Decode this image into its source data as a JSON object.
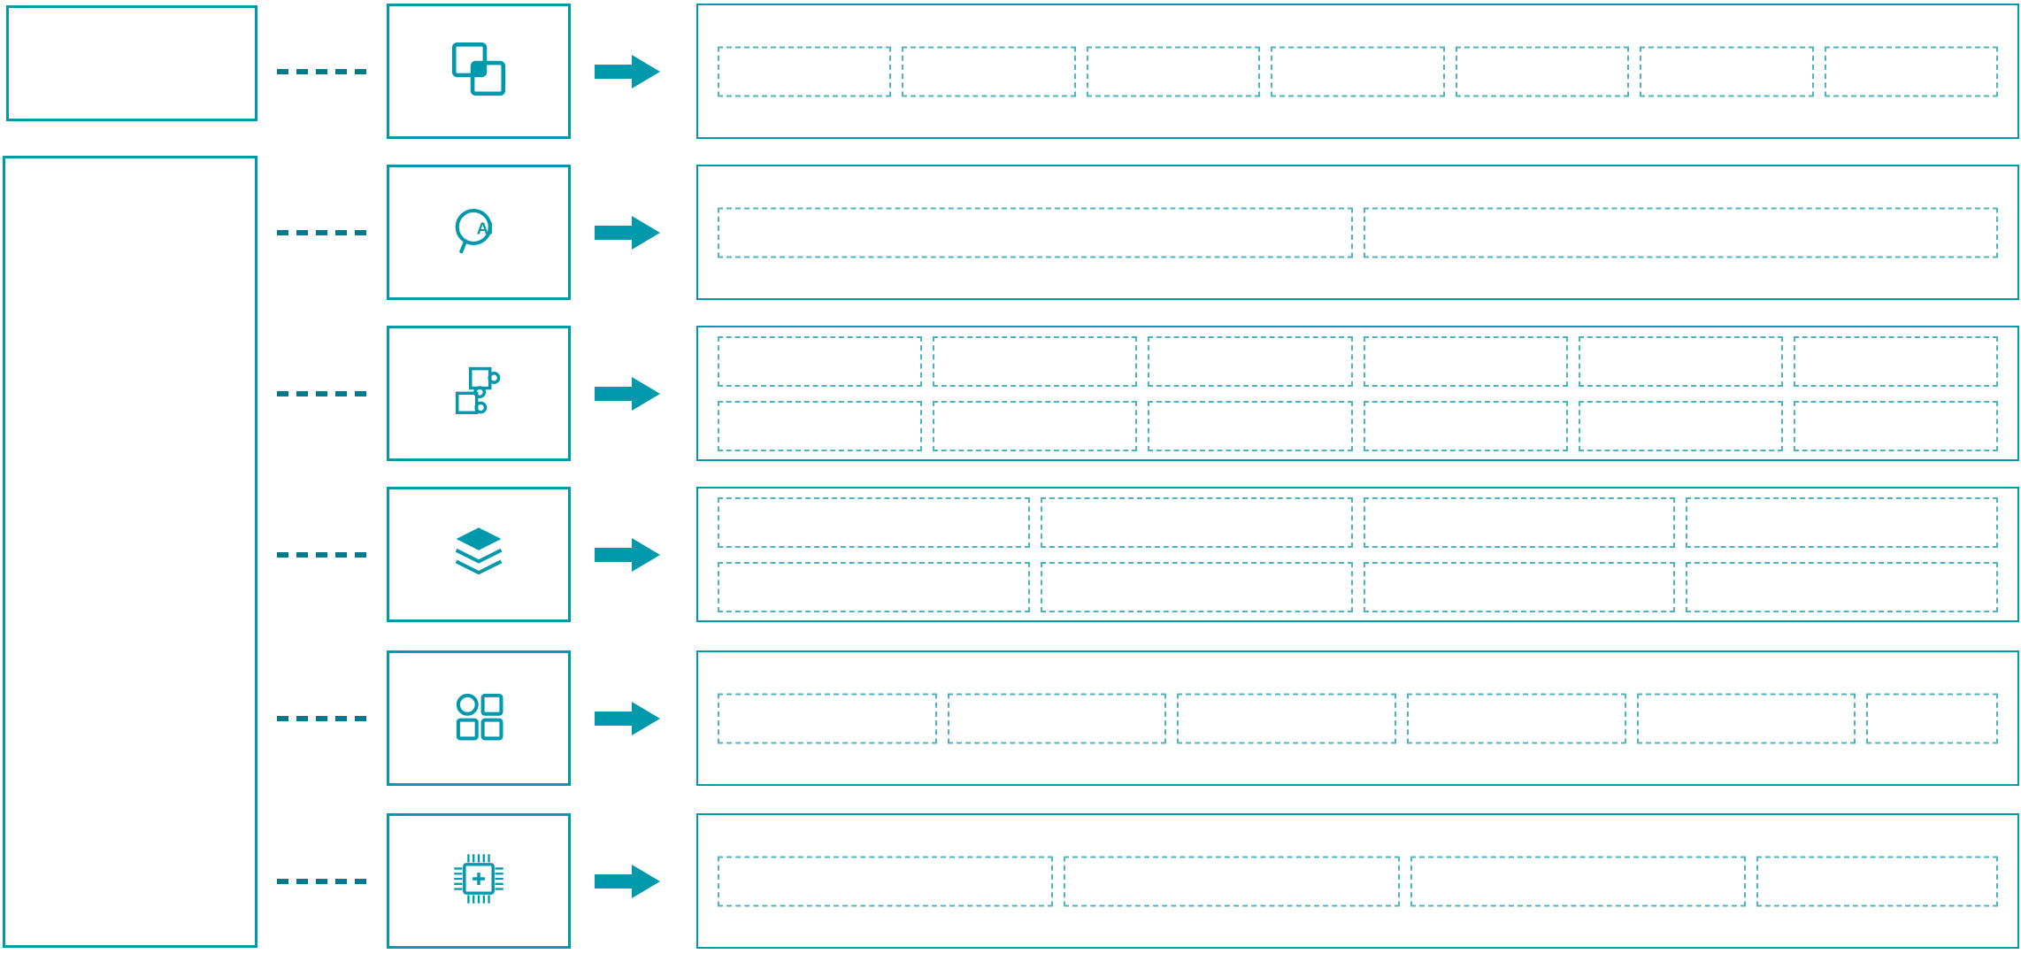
{
  "diagram": {
    "background_color": "#ffffff",
    "accent_color": "#0099ab",
    "placeholder_border_color": "#4db3c1",
    "connector_color": "#00798a",
    "left_top_box": {
      "label": ""
    },
    "left_main_box": {
      "label": ""
    },
    "rows": [
      {
        "icon": "overlapping-frames-icon",
        "grid": {
          "rows": 1,
          "cols": 7
        }
      },
      {
        "icon": "ai-head-icon",
        "icon_text": "AI",
        "grid": {
          "rows": 1,
          "cols": 2
        }
      },
      {
        "icon": "puzzle-icon",
        "grid": {
          "rows": 2,
          "cols": 6
        }
      },
      {
        "icon": "layers-icon",
        "grid": {
          "rows": 2,
          "cols": 4
        }
      },
      {
        "icon": "apps-grid-icon",
        "grid": {
          "rows": 1,
          "cols": 6,
          "last_col_ratio": 0.6
        }
      },
      {
        "icon": "chip-icon",
        "grid": {
          "rows": 1,
          "cols": 4,
          "last_col_ratio": 0.72
        }
      }
    ]
  }
}
